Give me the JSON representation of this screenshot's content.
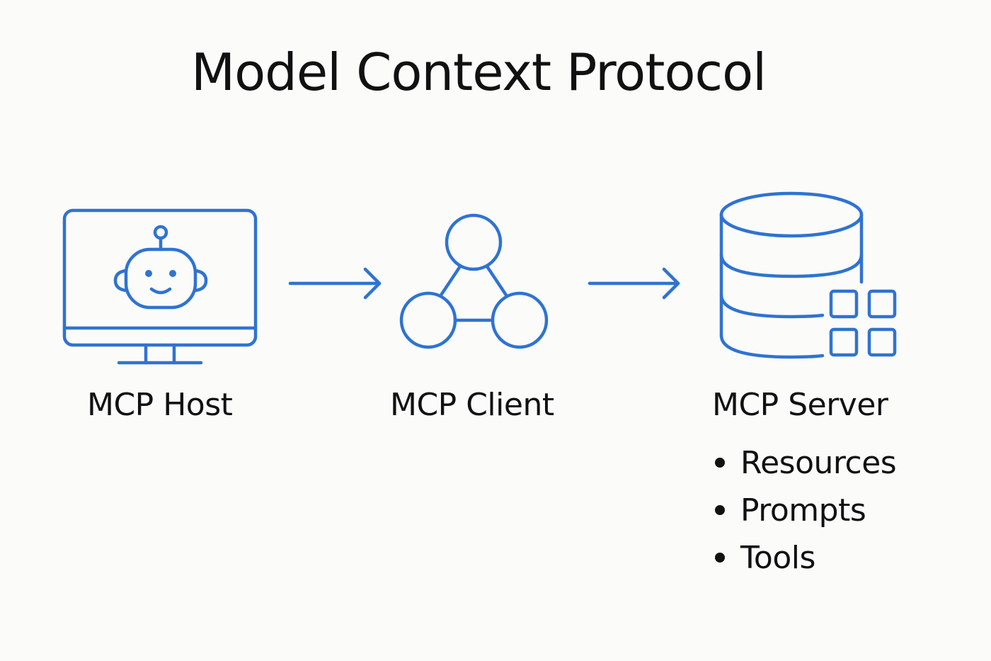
{
  "title": "Model Context Protocol",
  "colors": {
    "icon_stroke": "#2f73d1",
    "text": "#111111",
    "background": "#fbfbfa"
  },
  "nodes": [
    {
      "label": "MCP Host",
      "icon": "monitor-robot-icon"
    },
    {
      "label": "MCP Client",
      "icon": "network-triangle-icon"
    },
    {
      "label": "MCP Server",
      "icon": "database-grid-icon"
    }
  ],
  "server_features": [
    "Resources",
    "Prompts",
    "Tools"
  ]
}
